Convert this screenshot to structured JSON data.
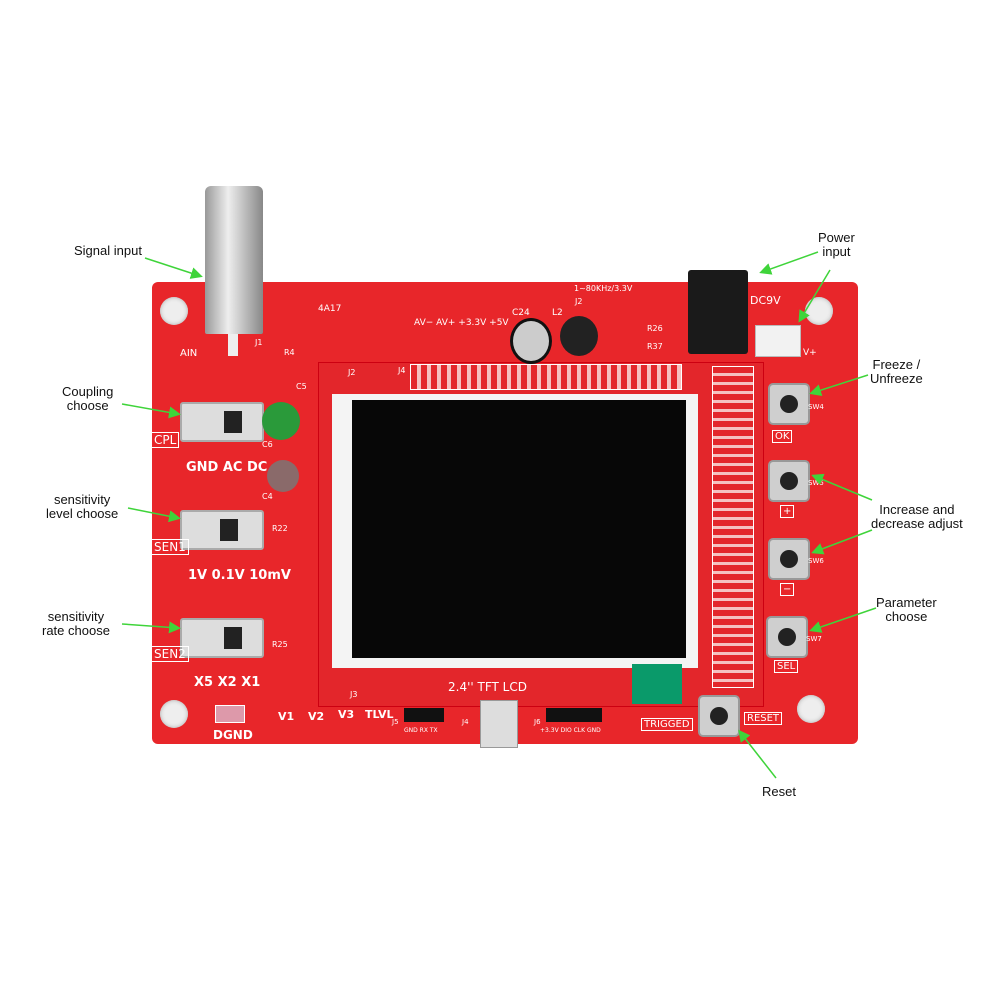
{
  "annotations": {
    "signal_input": "Signal input",
    "power_input": "Power\ninput",
    "freeze": "Freeze /\nUnfreeze",
    "coupling": "Coupling\nchoose",
    "sens_level": "sensitivity\nlevel choose",
    "inc_dec": "Increase and\ndecrease adjust",
    "parameter": "Parameter\nchoose",
    "sens_rate": "sensitivity\nrate choose",
    "reset": "Reset"
  },
  "board": {
    "cpl": "CPL",
    "sen1": "SEN1",
    "sen2": "SEN2",
    "coupling_opts": "GND AC DC",
    "level_opts": "1V 0.1V 10mV",
    "rate_opts": "X5 X2 X1",
    "dgnd": "DGND",
    "tp": [
      "V1",
      "V2",
      "V3",
      "TLVL"
    ],
    "lcd": "2.4'' TFT LCD",
    "trigged": "TRIGGED",
    "reset": "RESET",
    "ok": "OK",
    "plus": "+",
    "minus": "−",
    "sel": "SEL",
    "dc9v": "DC9V",
    "vplus": "V+",
    "power_pins": "AV−  AV+  +3.3V  +5V",
    "freq": "1~80KHz/3.3V",
    "rev": "4A17",
    "ain": "AIN",
    "j5": "GND RX TX",
    "j6": "+3.3V DIO CLK GND",
    "sw": [
      "SW4",
      "SW5",
      "SW6",
      "SW7"
    ],
    "refs": {
      "j1": "J1",
      "j2": "J2",
      "j3": "J3",
      "j4": "J4",
      "j5": "J5",
      "j6": "J6",
      "r4": "R4",
      "r22": "R22",
      "r25": "R25",
      "r26": "R26",
      "r37": "R37",
      "c24": "C24",
      "l2": "L2",
      "c5": "C5",
      "c4": "C4",
      "c6": "C6"
    }
  },
  "colors": {
    "pcb": "#e8262a",
    "arrow": "#3fd43a"
  }
}
